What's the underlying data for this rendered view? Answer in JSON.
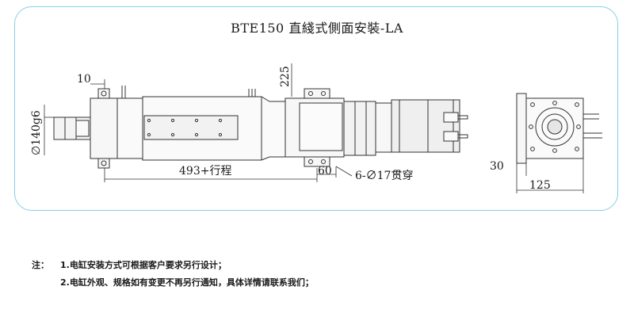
{
  "title": "BTE150 直綫式側面安裝-LA",
  "dimensions": {
    "d10": "10",
    "d225": "225",
    "shaft_dia": "∅140g6",
    "stroke": "493+行程",
    "d60": "60",
    "holes": "6-∅17贯穿",
    "d30": "30",
    "d125": "125"
  },
  "notes": {
    "label": "注：",
    "line1": "1.电缸安装方式可根据客户要求另行设计；",
    "line2": "2.电缸外观、规格如有变更不再另行通知，具体详情请联系我们；"
  },
  "colors": {
    "frame": "#86cfe6",
    "line": "#333333"
  }
}
